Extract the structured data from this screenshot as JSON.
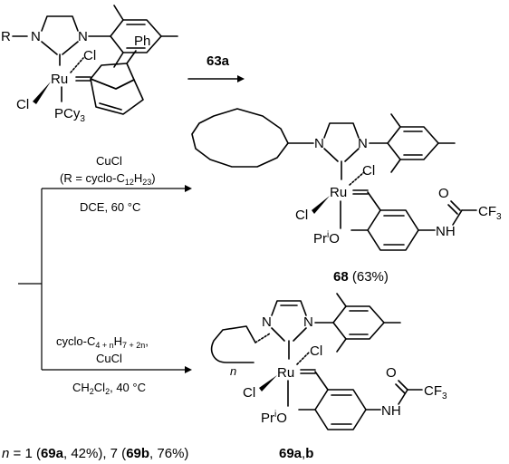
{
  "reagent": {
    "label": "63a"
  },
  "top_structure": {
    "r": "R",
    "n1": "N",
    "n2": "N",
    "cl1": "Cl",
    "cl2": "Cl",
    "ru": "Ru",
    "ph": "Ph",
    "pcy3_main": "PCy",
    "pcy3_sub": "3"
  },
  "upper_conditions": {
    "line1": "CuCl",
    "line2": "(R = cyclo-C",
    "line2_sub1": "12",
    "line2_mid": "H",
    "line2_sub2": "23",
    "line2_end": ")",
    "line3": "DCE, 60 °C"
  },
  "lower_conditions": {
    "line1_a": "cyclo-C",
    "line1_sub1": "4 + n",
    "line1_b": "H",
    "line1_sub2": "7 + 2n",
    "line1_c": ",",
    "line2": "CuCl",
    "line3_a": "CH",
    "line3_sub1": "2",
    "line3_b": "Cl",
    "line3_sub2": "2",
    "line3_c": ", 40 °C"
  },
  "product_68": {
    "n1": "N",
    "n2": "N",
    "cl1": "Cl",
    "cl2": "Cl",
    "ru": "Ru",
    "o1": "O",
    "cf3": "CF",
    "cf3_sub": "3",
    "nh": "NH",
    "pri": "Pr",
    "pri_sup": "i",
    "o2": "O",
    "caption_num": "68",
    "caption_yield": " (63%)"
  },
  "product_69": {
    "n1": "N",
    "n2": "N",
    "cl1": "Cl",
    "cl2": "Cl",
    "ru": "Ru",
    "o1": "O",
    "cf3": "CF",
    "cf3_sub": "3",
    "nh": "NH",
    "pri": "Pr",
    "pri_sup": "i",
    "o2": "O",
    "ring_n": "n",
    "caption_a": "69a",
    "caption_sep": ",",
    "caption_b": "b"
  },
  "footnote": {
    "n": "n",
    "eq": " = 1 (",
    "c1": "69a",
    "y1": ", 42%), 7 (",
    "c2": "69b",
    "y2": ", 76%)"
  }
}
